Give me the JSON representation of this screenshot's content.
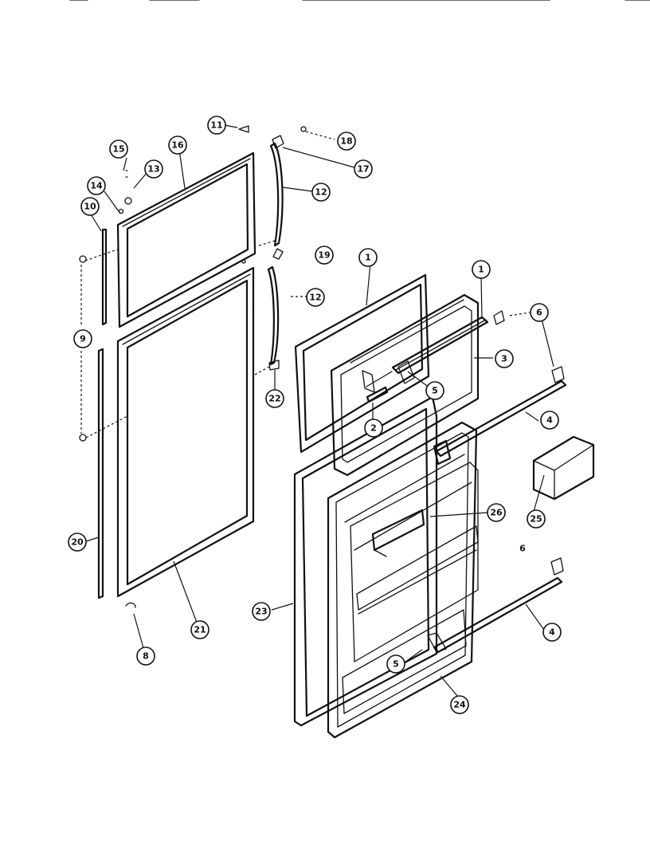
{
  "callouts": {
    "c1a": "1",
    "c1b": "1",
    "c2": "2",
    "c3": "3",
    "c4a": "4",
    "c4b": "4",
    "c5a": "5",
    "c5b": "5",
    "c6a": "6",
    "c6b": "6",
    "c8": "8",
    "c9": "9",
    "c10": "10",
    "c11": "11",
    "c12a": "12",
    "c12b": "12",
    "c13": "13",
    "c14": "14",
    "c15": "15",
    "c16": "16",
    "c17": "17",
    "c18": "18",
    "c19": "19",
    "c20": "20",
    "c21": "21",
    "c22": "22",
    "c23": "23",
    "c24": "24",
    "c25": "25",
    "c26": "26"
  }
}
